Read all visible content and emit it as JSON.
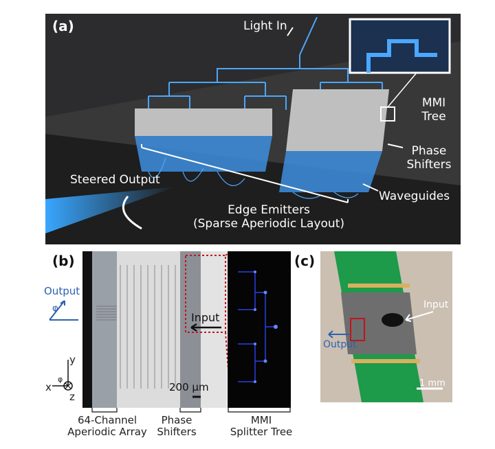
{
  "panel_a": {
    "tag": "(a)",
    "light_in": "Light In",
    "mmi_tree": [
      "MMI",
      "Tree"
    ],
    "phase_shifters": [
      "Phase",
      "Shifters"
    ],
    "waveguides": "Waveguides",
    "steered_output": "Steered Output",
    "edge_emitters": [
      "Edge Emitters",
      "(Sparse Aperiodic Layout)"
    ]
  },
  "panel_b": {
    "tag": "(b)",
    "output": "Output",
    "phi": "φ",
    "input": "Input",
    "scale": "200 μm",
    "axis_y": "y",
    "axis_x": "x",
    "axis_z": "z",
    "array_label": [
      "64-Channel",
      "Aperiodic Array"
    ],
    "phase_label": [
      "Phase",
      "Shifters"
    ],
    "mmi_label": [
      "MMI",
      "Splitter Tree"
    ]
  },
  "panel_c": {
    "tag": "(c)",
    "input": "Input",
    "output": "Output",
    "scale": "1 mm"
  },
  "colors": {
    "waveguide_blue": "#4aa8ff",
    "label_blue": "#2b62b0",
    "dotted_red": "#c0141e",
    "pcb_green": "#1d9a4a"
  }
}
